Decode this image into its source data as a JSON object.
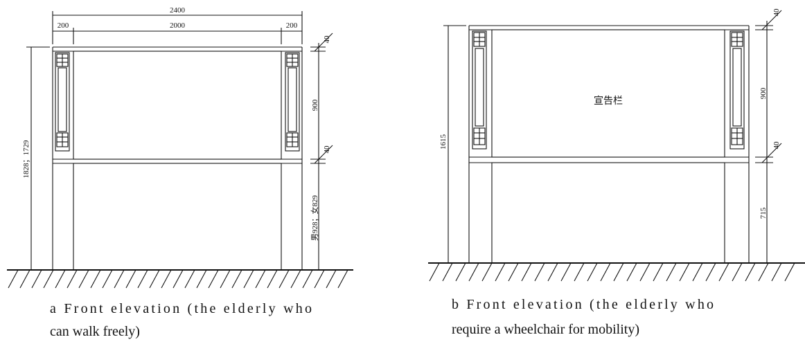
{
  "figure_a": {
    "dims": {
      "total_width": "2400",
      "left_post": "200",
      "board_width": "2000",
      "right_post": "200",
      "top_cap": "40",
      "board_height": "900",
      "mid_rail": "40",
      "lower_height": "男928；女829",
      "overall_height": "1828；1729"
    },
    "caption_line1": "a Front elevation (the elderly who",
    "caption_line2": "can walk freely)"
  },
  "figure_b": {
    "board_text": "宣告栏",
    "dims": {
      "top_cap": "40",
      "board_height": "900",
      "mid_rail": "40",
      "lower_height": "715",
      "overall_height": "1615"
    },
    "caption_line1": "b Front elevation (the elderly who",
    "caption_line2": "require a wheelchair for mobility)"
  },
  "colors": {
    "line": "#111111",
    "background": "#ffffff"
  }
}
